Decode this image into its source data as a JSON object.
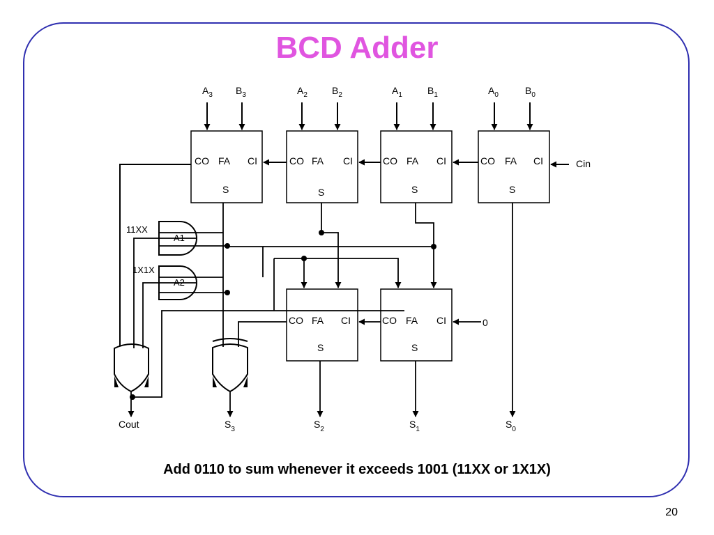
{
  "slide": {
    "title": "BCD Adder",
    "caption": "Add 0110 to sum whenever it exceeds 1001 (11XX or 1X1X)",
    "page_number": "20",
    "title_color": "#e055e0",
    "frame_color": "#2f2fb0"
  },
  "diagram": {
    "inputs": {
      "a3": {
        "base": "A",
        "sub": "3"
      },
      "b3": {
        "base": "B",
        "sub": "3"
      },
      "a2": {
        "base": "A",
        "sub": "2"
      },
      "b2": {
        "base": "B",
        "sub": "2"
      },
      "a1": {
        "base": "A",
        "sub": "1"
      },
      "b1": {
        "base": "B",
        "sub": "1"
      },
      "a0": {
        "base": "A",
        "sub": "0"
      },
      "b0": {
        "base": "B",
        "sub": "0"
      }
    },
    "fa_labels": {
      "co": "CO",
      "fa": "FA",
      "ci": "CI",
      "s": "S"
    },
    "cin": "Cin",
    "zero": "0",
    "gates": {
      "a1": "A1",
      "a2": "A2",
      "cond1": "11XX",
      "cond2": "1X1X"
    },
    "outputs": {
      "cout": "Cout",
      "s3": {
        "base": "S",
        "sub": "3"
      },
      "s2": {
        "base": "S",
        "sub": "2"
      },
      "s1": {
        "base": "S",
        "sub": "1"
      },
      "s0": {
        "base": "S",
        "sub": "0"
      }
    }
  }
}
